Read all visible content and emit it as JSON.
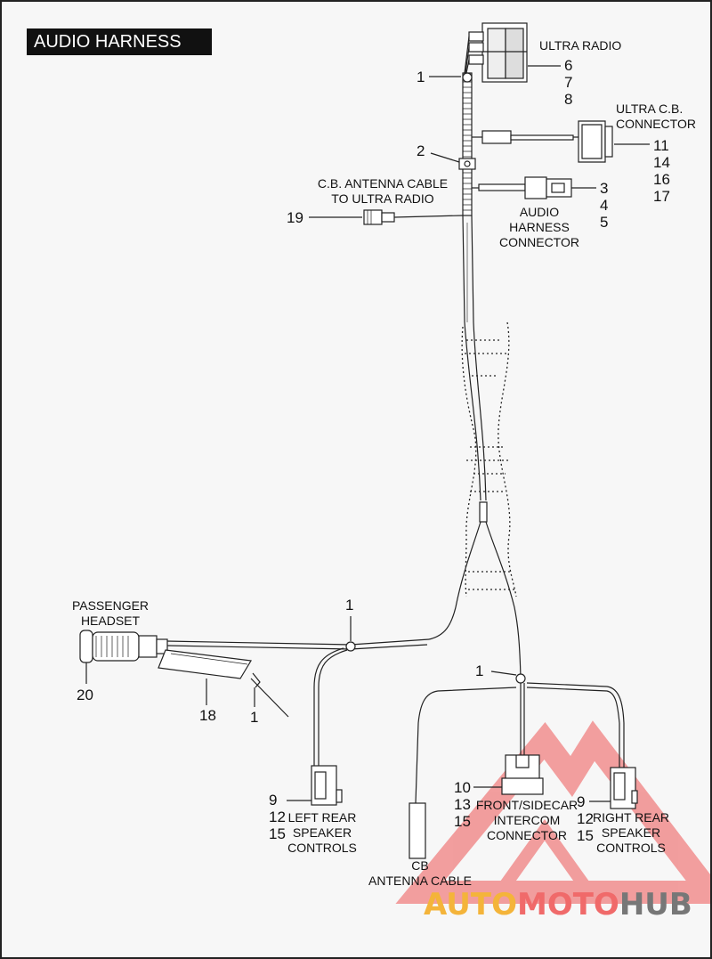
{
  "title": "AUDIO HARNESS",
  "labels": {
    "ultra_radio": "ULTRA RADIO",
    "ultra_cb_connector": [
      "ULTRA C.B.",
      "CONNECTOR"
    ],
    "cb_antenna_cable_to_radio": [
      "C.B. ANTENNA CABLE",
      "TO ULTRA RADIO"
    ],
    "audio_harness_connector": [
      "AUDIO",
      "HARNESS",
      "CONNECTOR"
    ],
    "passenger_headset": [
      "PASSENGER",
      "HEADSET"
    ],
    "left_rear_speaker_controls": [
      "LEFT REAR",
      "SPEAKER",
      "CONTROLS"
    ],
    "cb_antenna_cable": [
      "CB",
      "ANTENNA CABLE"
    ],
    "front_sidecar_intercom": [
      "FRONT/SIDECAR",
      "INTERCOM",
      "CONNECTOR"
    ],
    "right_rear_speaker_controls": [
      "RIGHT REAR",
      "SPEAKER",
      "CONTROLS"
    ]
  },
  "callouts": {
    "clip_top": "1",
    "nut": "2",
    "radio_refs": [
      "6",
      "7",
      "8"
    ],
    "cb_connector_refs": [
      "11",
      "14",
      "16",
      "17"
    ],
    "audio_connector_refs": [
      "3",
      "4",
      "5"
    ],
    "antenna_plug": "19",
    "clip_left": "1",
    "clip_right": "1",
    "headset_ref": "20",
    "boot_ref": "18",
    "clip_boot": "1",
    "left_rear_refs": [
      "9",
      "12",
      "15"
    ],
    "intercom_refs": [
      "10",
      "13",
      "15"
    ],
    "right_rear_refs": [
      "9",
      "12",
      "15"
    ]
  },
  "watermark": {
    "part1": "AUTO",
    "part2": "MOTO",
    "part3": "HUB"
  },
  "colors": {
    "watermark_orange": "#f4b43a",
    "watermark_red": "#f06a6a",
    "watermark_gray": "#777777",
    "triangle_red": "#f08080"
  }
}
